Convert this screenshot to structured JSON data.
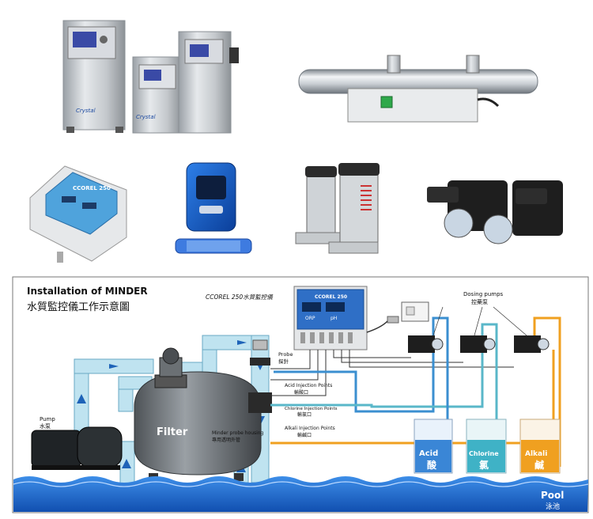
{
  "diagram": {
    "title_en": "Installation of MINDER",
    "title_zh": "水質監控儀工作示意圖",
    "controller_caption": "CCOREL 250水質監控儀",
    "controller_brand": "CCOREL 250",
    "controller_orp": "ORP",
    "controller_ph": "pH",
    "dosing_pumps_en": "Dosing pumps",
    "dosing_pumps_zh": "控藥泵",
    "probe_en": "Probe",
    "probe_zh": "探針",
    "acid_point_en": "Acid Injection Points",
    "acid_point_zh": "輸酸口",
    "chlorine_point_en": "Chlorine Injection Points",
    "chlorine_point_zh": "輸氯口",
    "alkali_point_en": "Alkali Injection Points",
    "alkali_point_zh": "輸鹹口",
    "housing_en": "Minder probe  housing",
    "housing_zh": "專用透明外管",
    "pump_en": "Pump",
    "pump_zh": "水泵",
    "filter_label": "Filter",
    "tank_acid_en": "Acid",
    "tank_acid_zh": "酸",
    "tank_chlorine_en": "Chlorine",
    "tank_chlorine_zh": "氯",
    "tank_alkali_en": "Alkali",
    "tank_alkali_zh": "鹹",
    "pool_en": "Pool",
    "pool_zh": "泳池"
  },
  "products": {
    "ozone_brand": "Crystal",
    "controller_brand": "CCOREL 250"
  },
  "colors": {
    "pipe": "#bfe3f0",
    "pipe_edge": "#6aa9c4",
    "acid_line": "#3b8fd0",
    "chlorine_line": "#59b7c9",
    "alkali_line": "#f0a020",
    "pool_water": "#1e6fd6",
    "controller_blue": "#2f6fc6",
    "steel": "#c9cdd2"
  }
}
